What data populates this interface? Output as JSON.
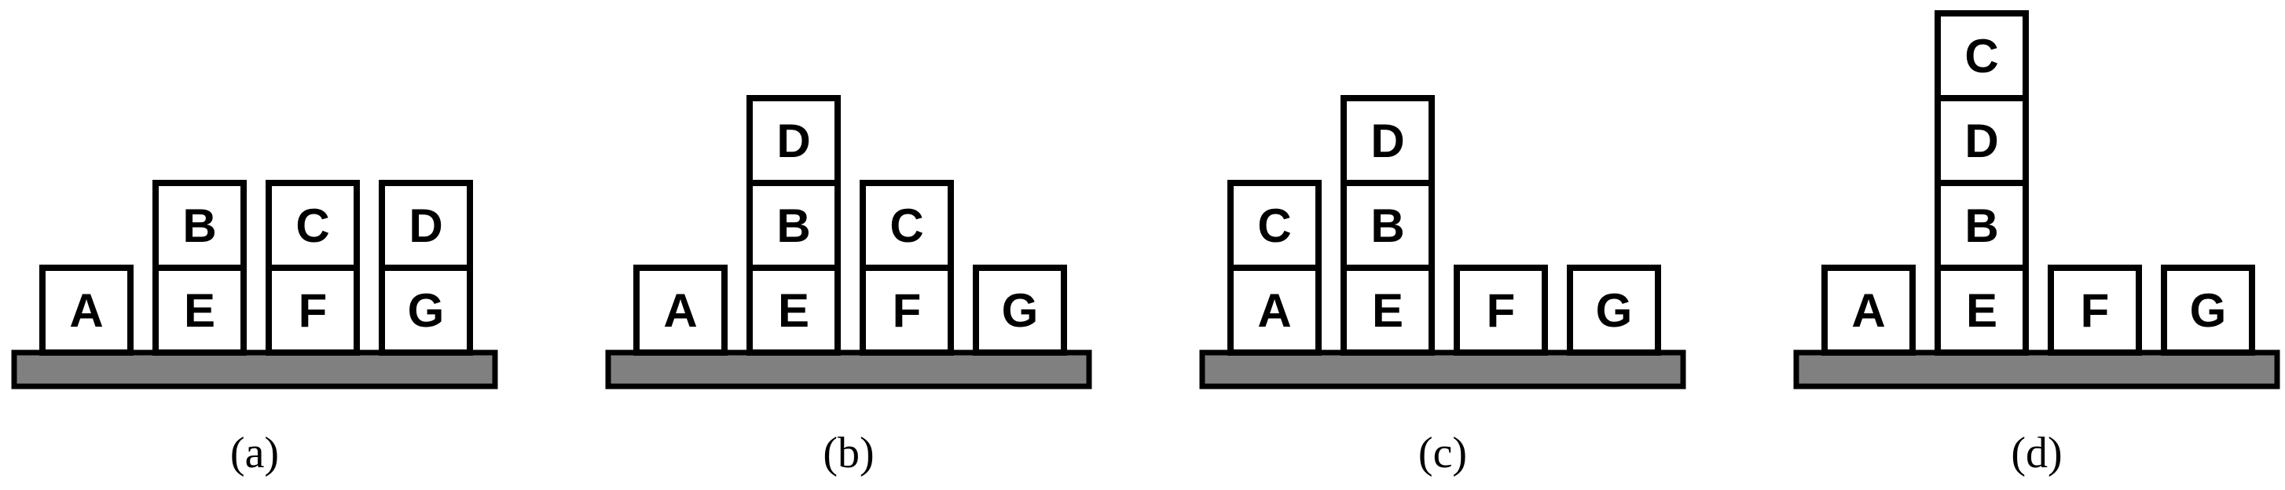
{
  "diagram": {
    "panels": [
      {
        "caption": "(a)",
        "stacks": [
          [
            "A"
          ],
          [
            "E",
            "B"
          ],
          [
            "F",
            "C"
          ],
          [
            "G",
            "D"
          ]
        ]
      },
      {
        "caption": "(b)",
        "stacks": [
          [
            "A"
          ],
          [
            "E",
            "B",
            "D"
          ],
          [
            "F",
            "C"
          ],
          [
            "G"
          ]
        ]
      },
      {
        "caption": "(c)",
        "stacks": [
          [
            "A",
            "C"
          ],
          [
            "E",
            "B",
            "D"
          ],
          [
            "F"
          ],
          [
            "G"
          ]
        ]
      },
      {
        "caption": "(d)",
        "stacks": [
          [
            "A"
          ],
          [
            "E",
            "B",
            "D",
            "C"
          ],
          [
            "F"
          ],
          [
            "G"
          ]
        ]
      }
    ],
    "colors": {
      "table_fill": "#808080",
      "block_fill": "#ffffff",
      "outline": "#000000"
    }
  }
}
